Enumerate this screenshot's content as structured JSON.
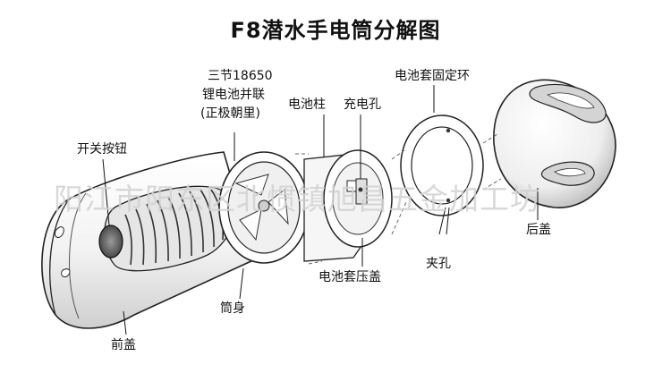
{
  "title": "F8潜水手电筒分解图",
  "watermark": "阳江市阳东区北惯镇旭昌五金加工坊",
  "labels": {
    "switch_button": "开关按钮",
    "front_cover": "前盖",
    "battery_line1": "三节18650",
    "battery_line2": "锂电池并联",
    "battery_line3": "(正极朝里)",
    "barrel": "筒身",
    "battery_post": "电池柱",
    "charge_hole": "充电孔",
    "battery_cap": "电池套压盖",
    "retaining_ring": "电池套固定环",
    "clip_hole": "夹孔",
    "rear_cover": "后盖"
  }
}
